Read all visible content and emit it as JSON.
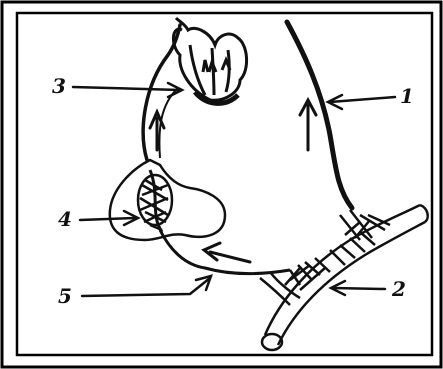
{
  "diagram": {
    "labels": [
      "1",
      "2",
      "3",
      "4",
      "5"
    ],
    "colors": {
      "ink": "#111111",
      "background": "#ffffff",
      "frame": "#000000"
    }
  }
}
